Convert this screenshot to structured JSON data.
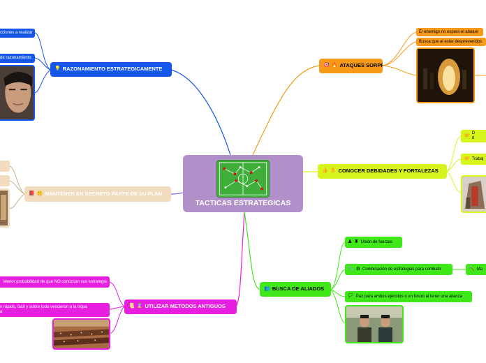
{
  "center": {
    "title": "TACTICAS ESTRATEGICAS",
    "icon": "strategy-board-icon"
  },
  "colors": {
    "center": "#b190c9",
    "razonamiento": "#1656e8",
    "secreto": "#f2dcc0",
    "antiguos": "#e81ee0",
    "ataques": "#f79a1a",
    "debilidades": "#d7f51c",
    "aliados": "#40e81a"
  },
  "branches": {
    "razonamiento": {
      "label": "RAZONAMIENTO ESTRATEGICAMENTE",
      "icon": "lightbulb-icon",
      "children": [
        "cciones a realizar",
        "de razonamiento"
      ]
    },
    "secreto": {
      "label": "MANTENER EN SECRETO PARTE DE SU PLAN",
      "icon": "book-icon"
    },
    "antiguos": {
      "label": "UTILIZAR METODOS ANTIGUOS",
      "icon": "scroll-icon",
      "children": [
        "Menor probabilidad de que NO conozcan sus estrategia",
        "n rápido, fácil y sobre todo vencieron a la tropa",
        "a"
      ]
    },
    "ataques": {
      "label": "ATAQUES SORPRESA",
      "icon": "target-icon",
      "children": [
        "El enemigo no espera el ataque",
        "Busca que al estar desprevenidos"
      ]
    },
    "debilidades": {
      "label": "CONOCER DEBIDADES Y FORTALEZAS",
      "icon": "thumbs-up-icon",
      "children": [
        "D",
        "d",
        "Trabaj"
      ]
    },
    "aliados": {
      "label": "BUSCA DE ALIADOS",
      "icon": "people-icon",
      "children": [
        "Unión de fuerzas",
        "Combinación de estrategias para combatir",
        "Ma",
        "Paz para ambos ejércitos o un futuro al tener una alianza"
      ]
    }
  }
}
